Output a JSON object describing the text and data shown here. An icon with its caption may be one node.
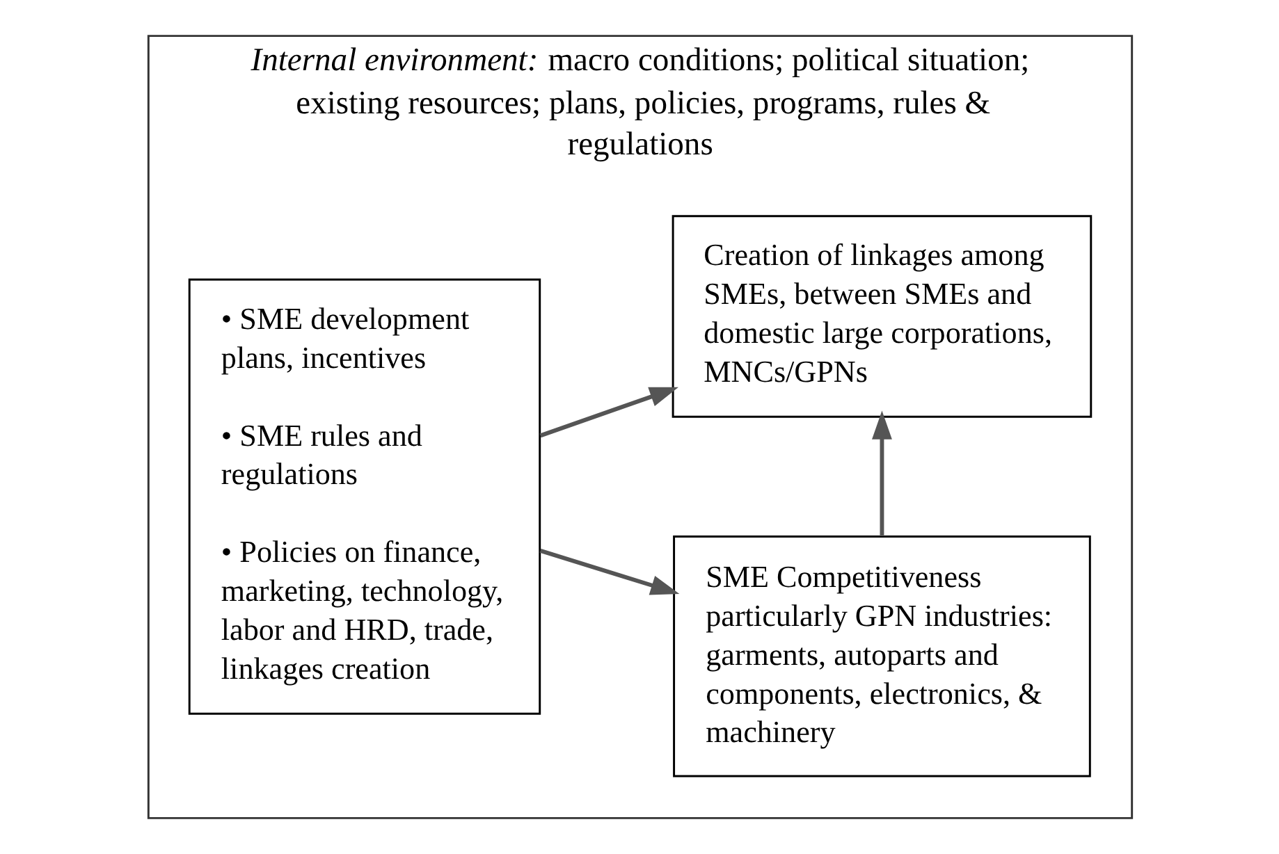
{
  "diagram": {
    "nodes": [
      {
        "text": [
          "*Internal environment:* macro conditions; political situation; existing resources; plans, policies, programs, rules & regulations"
        ]
      },
      {
        "text": [
          "• SME development plans, incentives",
          "• SME rules and regulations",
          "• Policies on finance, marketing, technology, labor and HRD, trade, linkages creation"
        ],
        "in": 0
      },
      {
        "text": [
          "SME Competitiveness particularly GPN industries: garments, autoparts and components, electronics, & machinery"
        ],
        "in": 0
      },
      {
        "text": [
          "Creation of linkages among SMEs, between SMEs and domestic large corporations, MNCs/GPNs"
        ],
        "in": 0
      }
    ],
    "edges": [
      {
        "from": 1,
        "to": 2,
        "arrow": "to"
      },
      {
        "from": 2,
        "to": 3,
        "arrow": "to"
      },
      {
        "from": 1,
        "to": 3,
        "arrow": "to"
      }
    ]
  }
}
